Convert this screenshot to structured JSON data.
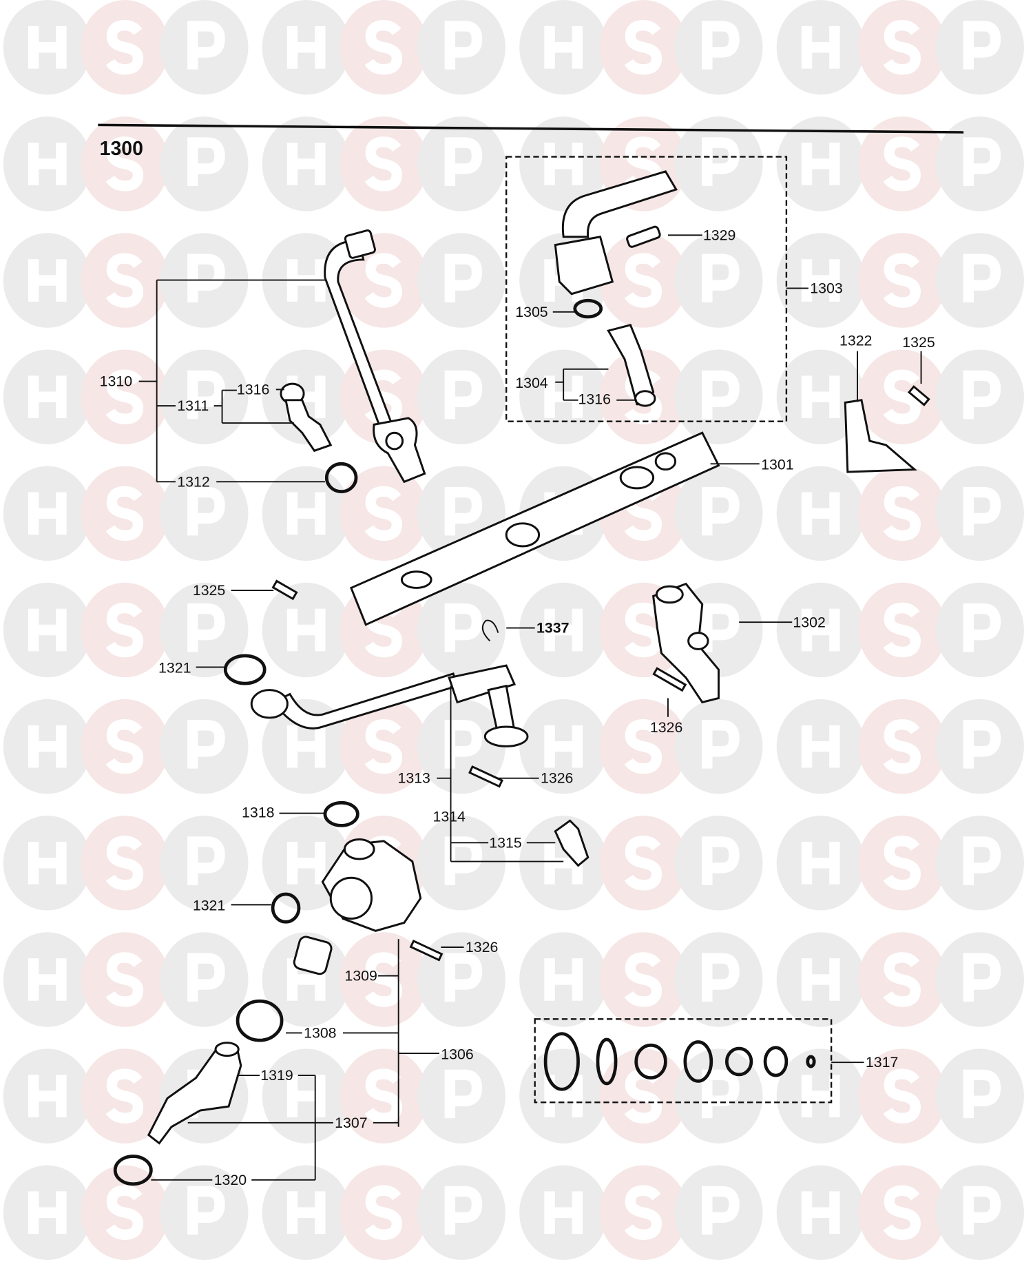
{
  "watermark": {
    "letters": [
      "H",
      "S",
      "P"
    ],
    "colors": {
      "grey": "#ebebeb",
      "pink": "#f6e6e6"
    }
  },
  "diagram": {
    "title": "1300",
    "labels": {
      "l1310": "1310",
      "l1311": "1311",
      "l1316a": "1316",
      "l1312": "1312",
      "l1329": "1329",
      "l1303": "1303",
      "l1305": "1305",
      "l1304": "1304",
      "l1316b": "1316",
      "l1322": "1322",
      "l1325a": "1325",
      "l1301": "1301",
      "l1325b": "1325",
      "l1337": "1337",
      "l1302": "1302",
      "l1321a": "1321",
      "l1326a": "1326",
      "l1313": "1313",
      "l1326b": "1326",
      "l1314": "1314",
      "l1318": "1318",
      "l1315": "1315",
      "l1321b": "1321",
      "l1326c": "1326",
      "l1309": "1309",
      "l1308": "1308",
      "l1306": "1306",
      "l1319": "1319",
      "l1307": "1307",
      "l1320": "1320",
      "l1317": "1317"
    }
  }
}
